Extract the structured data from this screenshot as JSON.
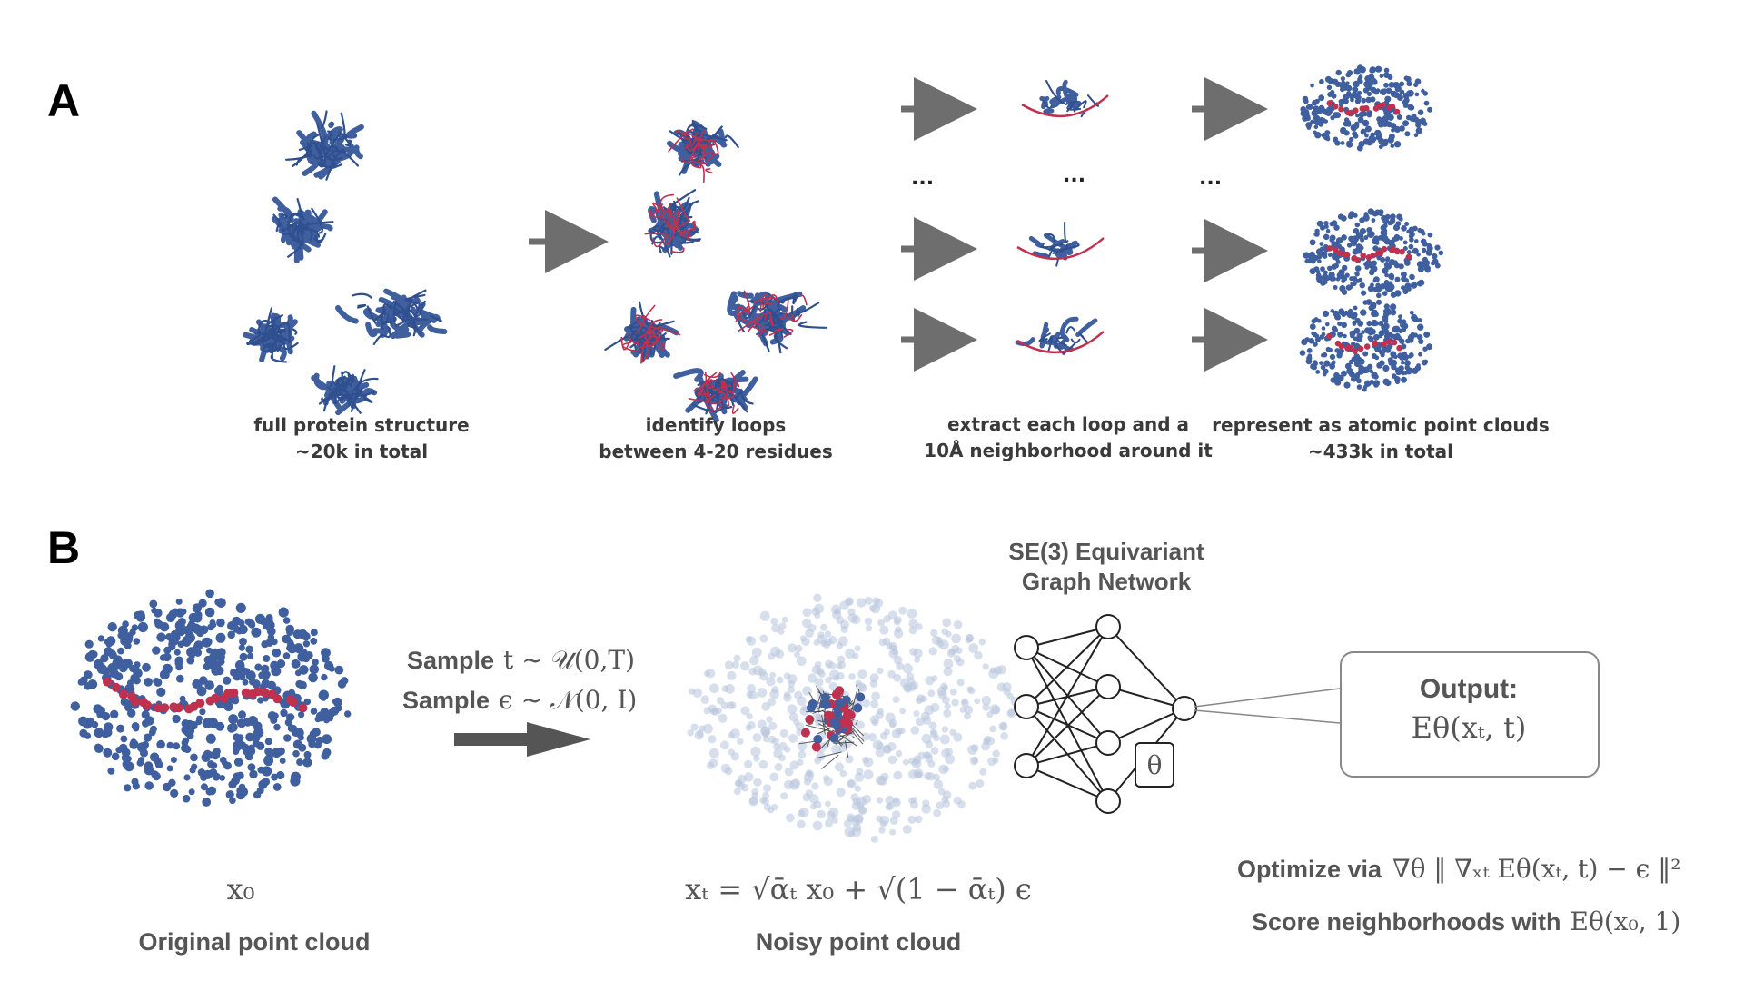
{
  "panel_a": {
    "letter": "A",
    "captions": [
      {
        "line1": "full protein structure",
        "line2": "~20k in total"
      },
      {
        "line1": "identify loops",
        "line2": "between 4-20 residues"
      },
      {
        "line1": "extract each loop and a",
        "line2": "10Å neighborhood around it"
      },
      {
        "line1": "represent as atomic point clouds",
        "line2": "~433k in total"
      }
    ],
    "ellipsis": "..."
  },
  "panel_b": {
    "letter": "B",
    "original": {
      "symbol": "x₀",
      "caption": "Original point cloud"
    },
    "sample_t": {
      "prefix": "Sample",
      "math": "t ~ 𝒰(0,T)"
    },
    "sample_eps": {
      "prefix": "Sample",
      "math": "ϵ ~ 𝒩(0, I)"
    },
    "noisy": {
      "equation": "xₜ = √ᾱₜ x₀ + √(1 − ᾱₜ) ϵ",
      "caption": "Noisy point cloud"
    },
    "network": {
      "title_line1": "SE(3) Equivariant",
      "title_line2": "Graph Network",
      "param": "θ"
    },
    "output": {
      "title": "Output:",
      "math": "Eθ(xₜ, t)"
    },
    "optimize": {
      "prefix": "Optimize via",
      "math": "∇θ ‖ ∇ₓₜ Eθ(xₜ, t) − ϵ ‖²"
    },
    "score": {
      "prefix": "Score neighborhoods with",
      "math": "Eθ(x₀, 1)"
    }
  },
  "colors": {
    "protein_blue": "#3f5f9e",
    "loop_red": "#c0304f",
    "arrow_gray": "#6e6e6e",
    "faded_blue": "#b8c4dc"
  }
}
